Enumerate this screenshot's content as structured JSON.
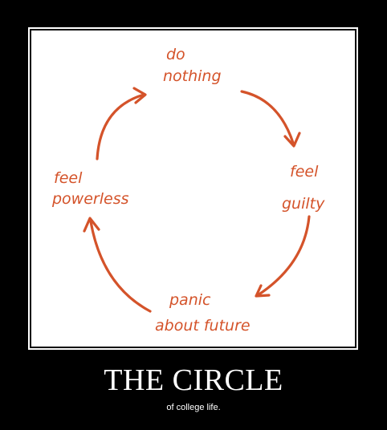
{
  "poster": {
    "title": "THE CIRCLE",
    "subtitle": "of college life."
  },
  "diagram": {
    "nodes": [
      {
        "lines": [
          "do",
          "nothing"
        ]
      },
      {
        "lines": [
          "feel",
          "guilty"
        ]
      },
      {
        "lines": [
          "panic",
          "about future"
        ]
      },
      {
        "lines": [
          "feel",
          "powerless"
        ]
      }
    ],
    "ink_color": "#d4532a"
  }
}
